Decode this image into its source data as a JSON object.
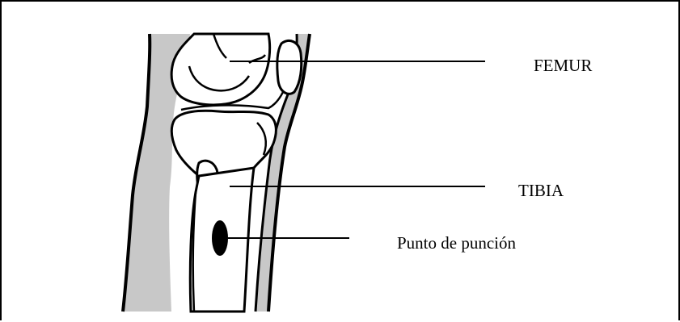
{
  "labels": {
    "femur": "FEMUR",
    "tibia": "TIBIA",
    "puncture_point": "Punto de punción"
  },
  "colors": {
    "soft_tissue": "#c8c8c8",
    "outline": "#000000",
    "background": "#ffffff"
  }
}
